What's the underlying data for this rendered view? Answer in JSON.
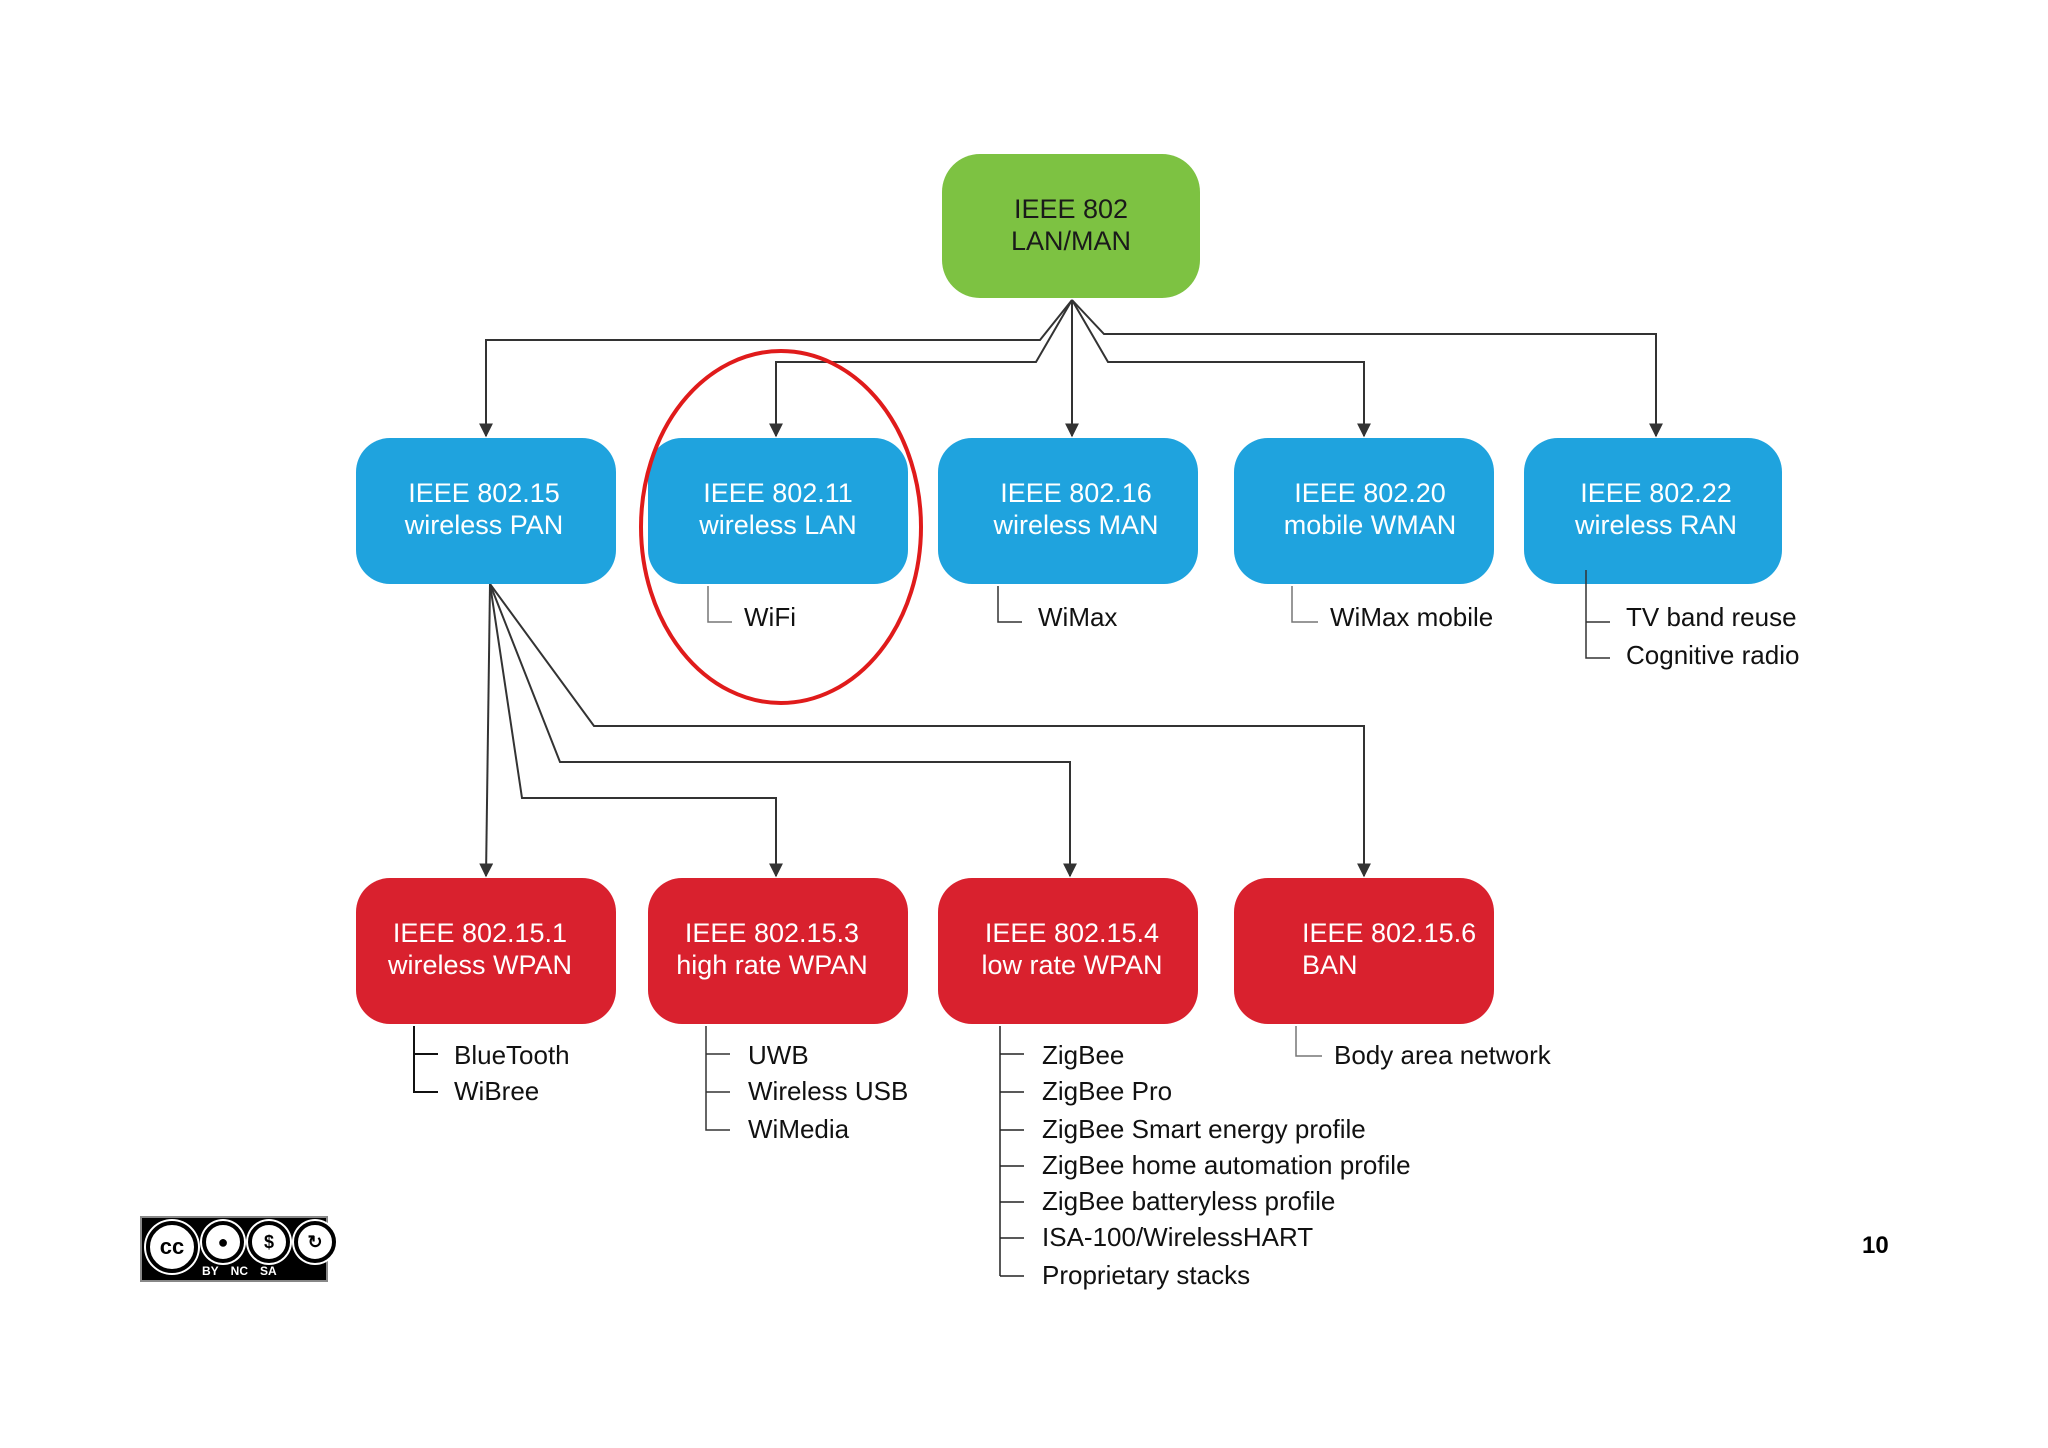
{
  "root": {
    "line1": "IEEE 802",
    "line2": "LAN/MAN"
  },
  "level1": [
    {
      "line1": "IEEE 802.15",
      "line2": "wireless PAN",
      "leaves": []
    },
    {
      "line1": "IEEE 802.11",
      "line2": "wireless LAN",
      "leaves": [
        "WiFi"
      ]
    },
    {
      "line1": "IEEE 802.16",
      "line2": "wireless MAN",
      "leaves": [
        "WiMax"
      ]
    },
    {
      "line1": "IEEE 802.20",
      "line2": "mobile WMAN",
      "leaves": [
        "WiMax mobile"
      ]
    },
    {
      "line1": "IEEE 802.22",
      "line2": "wireless RAN",
      "leaves": [
        "TV band reuse",
        "Cognitive radio"
      ]
    }
  ],
  "level2": [
    {
      "line1": "IEEE 802.15.1",
      "line2": "wireless WPAN",
      "leaves": [
        "BlueTooth",
        "WiBree"
      ]
    },
    {
      "line1": "IEEE 802.15.3",
      "line2": "high rate WPAN",
      "leaves": [
        "UWB",
        "Wireless USB",
        "WiMedia"
      ]
    },
    {
      "line1": "IEEE 802.15.4",
      "line2": "low rate WPAN",
      "leaves": [
        "ZigBee",
        "ZigBee Pro",
        "ZigBee Smart energy profile",
        "ZigBee home automation profile",
        "ZigBee batteryless profile",
        "ISA-100/WirelessHART",
        "Proprietary stacks"
      ]
    },
    {
      "line1": "IEEE 802.15.6",
      "line2": "BAN",
      "leaves": [
        "Body area network"
      ]
    }
  ],
  "highlight": {
    "target": "IEEE 802.11",
    "color": "#e01b1b"
  },
  "colors": {
    "root": "#7dc242",
    "level1": "#1fa3de",
    "level2": "#d9212e",
    "lines": "#333333"
  },
  "license": {
    "icons": [
      "cc",
      "by",
      "nc",
      "sa"
    ],
    "labels": [
      "BY",
      "NC",
      "SA"
    ]
  },
  "page_number": "10"
}
